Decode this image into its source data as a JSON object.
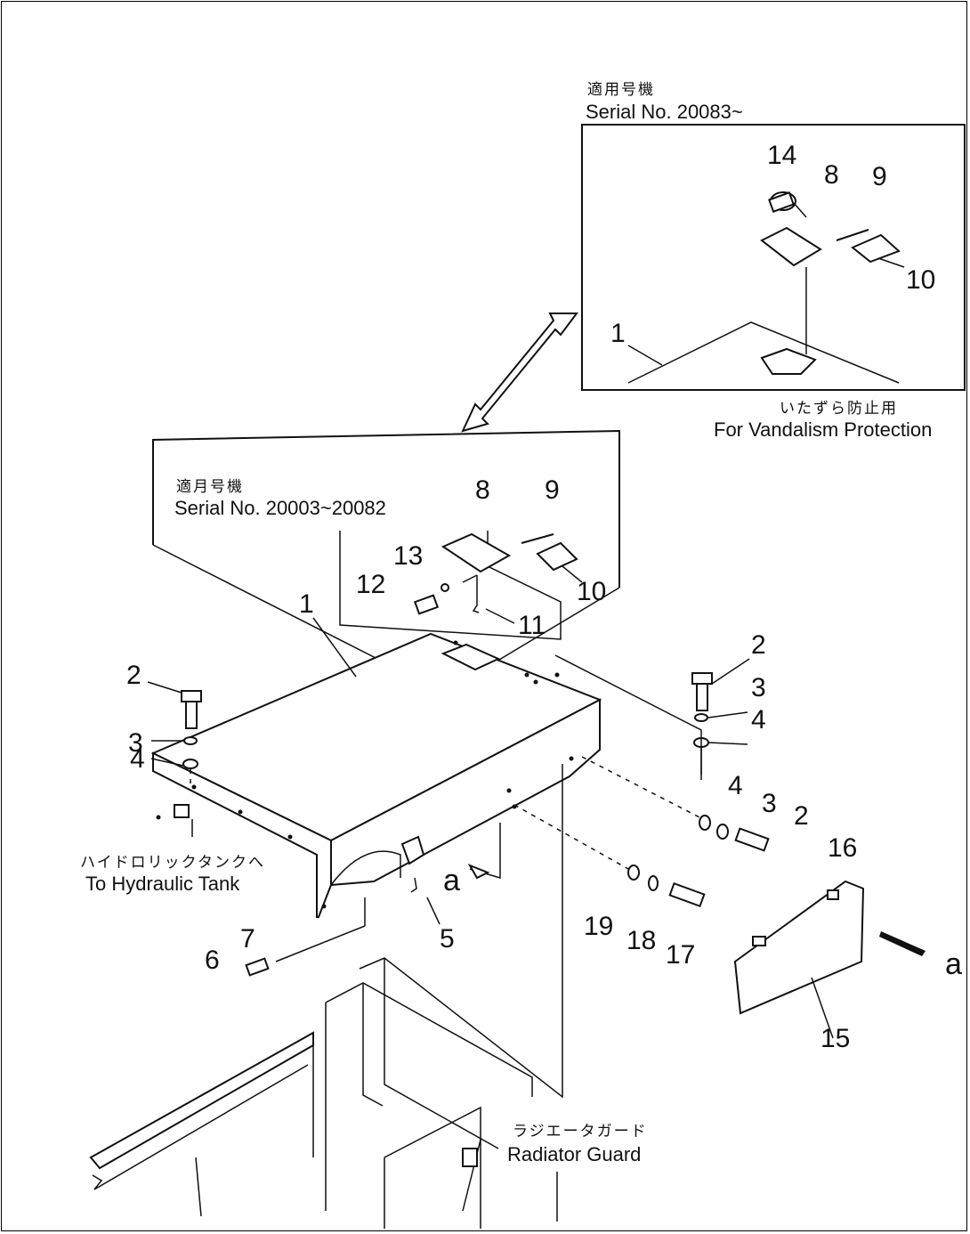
{
  "diagram": {
    "inset_top": {
      "jp_label": "適用号機",
      "serial": "Serial No. 20083~",
      "callouts": {
        "c14": "14",
        "c8": "8",
        "c9": "9",
        "c10": "10",
        "c1": "1"
      },
      "note_jp": "いたずら防止用",
      "note_en": "For Vandalism Protection"
    },
    "inset_mid": {
      "jp_label": "適月号機",
      "serial": "Serial No. 20003~20082",
      "callouts": {
        "c8": "8",
        "c9": "9",
        "c13": "13",
        "c12": "12",
        "c10": "10",
        "c11": "11"
      }
    },
    "main": {
      "callouts": {
        "c1": "1",
        "c2_left": "2",
        "c3_left": "3",
        "c4_left": "4",
        "c2_right": "2",
        "c3_right": "3",
        "c4_right": "4",
        "c4_lower": "4",
        "c3_lower": "3",
        "c2_lower": "2",
        "c5": "5",
        "c6": "6",
        "c7": "7",
        "c19": "19",
        "c18": "18",
        "c17": "17",
        "c16": "16",
        "c15": "15"
      },
      "view_a": "a",
      "view_a_right": "a",
      "hydraulic_jp": "ハイドロリックタンクへ",
      "hydraulic_en": "To Hydraulic Tank",
      "radiator_jp": "ラジエータガード",
      "radiator_en": "Radiator Guard"
    }
  }
}
